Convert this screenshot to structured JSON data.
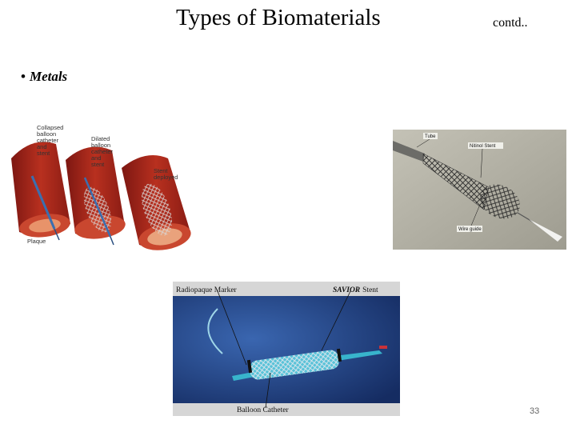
{
  "slide": {
    "title": "Types of Biomaterials",
    "contd": "contd..",
    "bullet_symbol": "•",
    "bullet_text": "Metals",
    "page_number": "33"
  },
  "figure_left": {
    "label_collapsed": [
      "Collapsed",
      "balloon",
      "catheter",
      "and",
      "stent"
    ],
    "label_dilated": [
      "Dilated",
      "balloon",
      "catheter",
      "and",
      "stent"
    ],
    "label_deployed": [
      "Stent",
      "deployed"
    ],
    "label_plaque": "Plaque"
  },
  "figure_right": {
    "label_tube": "Tube",
    "label_stent": "Nitinol Stent",
    "label_tip": "Wire guide"
  },
  "figure_bottom": {
    "label_marker": "Radiopaque Marker",
    "label_stent_brand": "SAVIOR",
    "label_stent_word": "Stent",
    "label_balloon": "Balloon Catheter"
  },
  "colors": {
    "artery_red": "#a5231d",
    "artery_inner": "#d9563a",
    "gray_background": "#b8b6a9",
    "blue_background": "#1c3b7a",
    "catheter_cyan": "#38b4cc"
  }
}
